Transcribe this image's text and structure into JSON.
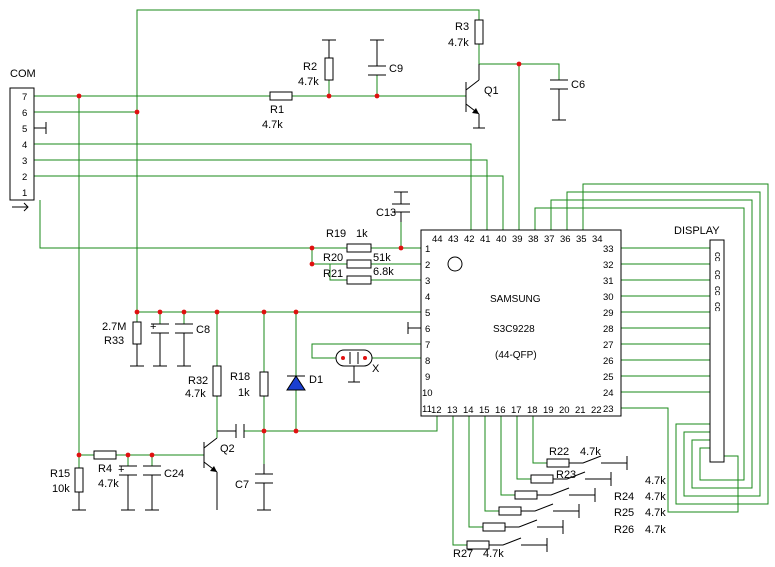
{
  "connector": {
    "label": "COM",
    "pins": [
      "7",
      "6",
      "5",
      "4",
      "3",
      "2",
      "1"
    ]
  },
  "chip": {
    "line1": "SAMSUNG",
    "line2": "S3C9228",
    "line3": "(44-QFP)",
    "pins_left": [
      "1",
      "2",
      "3",
      "4",
      "5",
      "6",
      "7",
      "8",
      "9",
      "10",
      "11"
    ],
    "pins_bottom": [
      "12",
      "13",
      "14",
      "15",
      "16",
      "17",
      "18",
      "19",
      "20",
      "21",
      "22"
    ],
    "pins_right": [
      "33",
      "32",
      "31",
      "30",
      "29",
      "28",
      "27",
      "26",
      "25",
      "24",
      "23"
    ],
    "pins_top": [
      "44",
      "43",
      "42",
      "41",
      "40",
      "39",
      "38",
      "37",
      "36",
      "35",
      "34"
    ]
  },
  "display": {
    "label": "DISPLAY",
    "marks": [
      "cc",
      "cc",
      "cc",
      "cc"
    ]
  },
  "components": {
    "r1": {
      "name": "R1",
      "value": "4.7k"
    },
    "r2": {
      "name": "R2",
      "value": "4.7k"
    },
    "r3": {
      "name": "R3",
      "value": "4.7k"
    },
    "c9": "C9",
    "c6": "C6",
    "q1": "Q1",
    "c13": "C13",
    "r19": {
      "name": "R19",
      "value": "1k"
    },
    "r20": {
      "name": "R20",
      "value": "51k"
    },
    "r21": {
      "name": "R21",
      "value": "6.8k"
    },
    "r33": {
      "name": "R33",
      "value": "2.7M"
    },
    "c8": "C8",
    "r32": {
      "name": "R32",
      "value": "4.7k"
    },
    "r18": {
      "name": "R18",
      "value": "1k"
    },
    "d1": "D1",
    "x": "X",
    "q2": "Q2",
    "c7": "C7",
    "r15": {
      "name": "R15",
      "value": "10k"
    },
    "r4": {
      "name": "R4",
      "value": "4.7k"
    },
    "c24": "C24",
    "r22": {
      "name": "R22",
      "value": "4.7k"
    },
    "r23": "R23",
    "r24": "R24",
    "r25": "R25",
    "r26": "R26",
    "r23_26_value": [
      "4.7k",
      "4.7k",
      "4.7k",
      "4.7k"
    ],
    "r27": {
      "name": "R27",
      "value": "4.7k"
    },
    "cap_polarity": "+"
  },
  "colors": {
    "wire": "#1a8a1a",
    "junction": "#e01010",
    "component": "#000000"
  }
}
